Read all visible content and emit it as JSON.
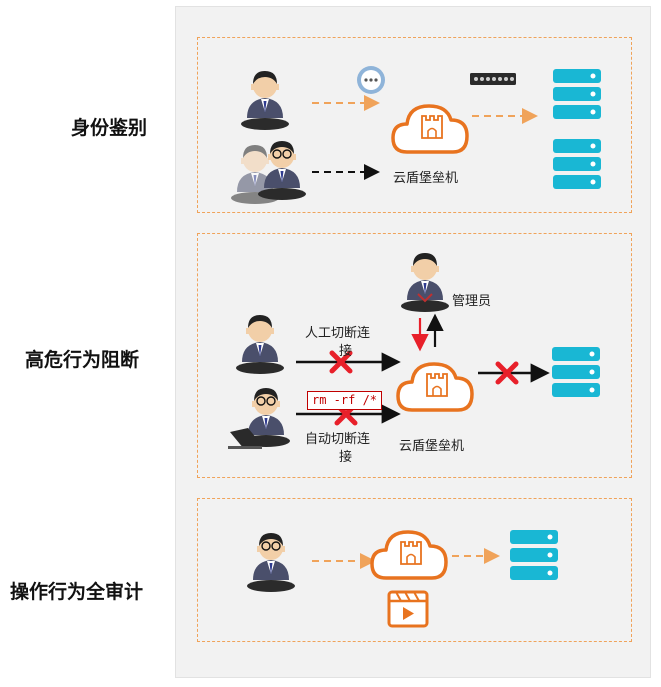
{
  "rows": [
    {
      "id": "identity",
      "label": "身份鉴别"
    },
    {
      "id": "block",
      "label": "高危行为阻断"
    },
    {
      "id": "audit",
      "label": "操作行为全审计"
    }
  ],
  "texts": {
    "bastion_name": "云盾堡垒机",
    "admin_label": "管理员",
    "manual_cut_line1": "人工切断连",
    "manual_cut_line2": "接",
    "auto_cut_line1": "自动切断连",
    "auto_cut_line2": "接",
    "command": "rm -rf /*"
  },
  "colors": {
    "dashed_border": "#f0a35a",
    "cloud_orange": "#e8731f",
    "server_cyan": "#19b7d4",
    "block_red": "#e8202a",
    "arrow_dark": "#111111",
    "arrow_orange": "#f0a35a"
  },
  "icons": [
    "user-icon",
    "chat-bubble-icon",
    "password-field-icon",
    "server-stack-icon",
    "cloud-bastion-icon",
    "admin-icon",
    "block-x-icon",
    "laptop-user-icon",
    "video-record-icon"
  ]
}
